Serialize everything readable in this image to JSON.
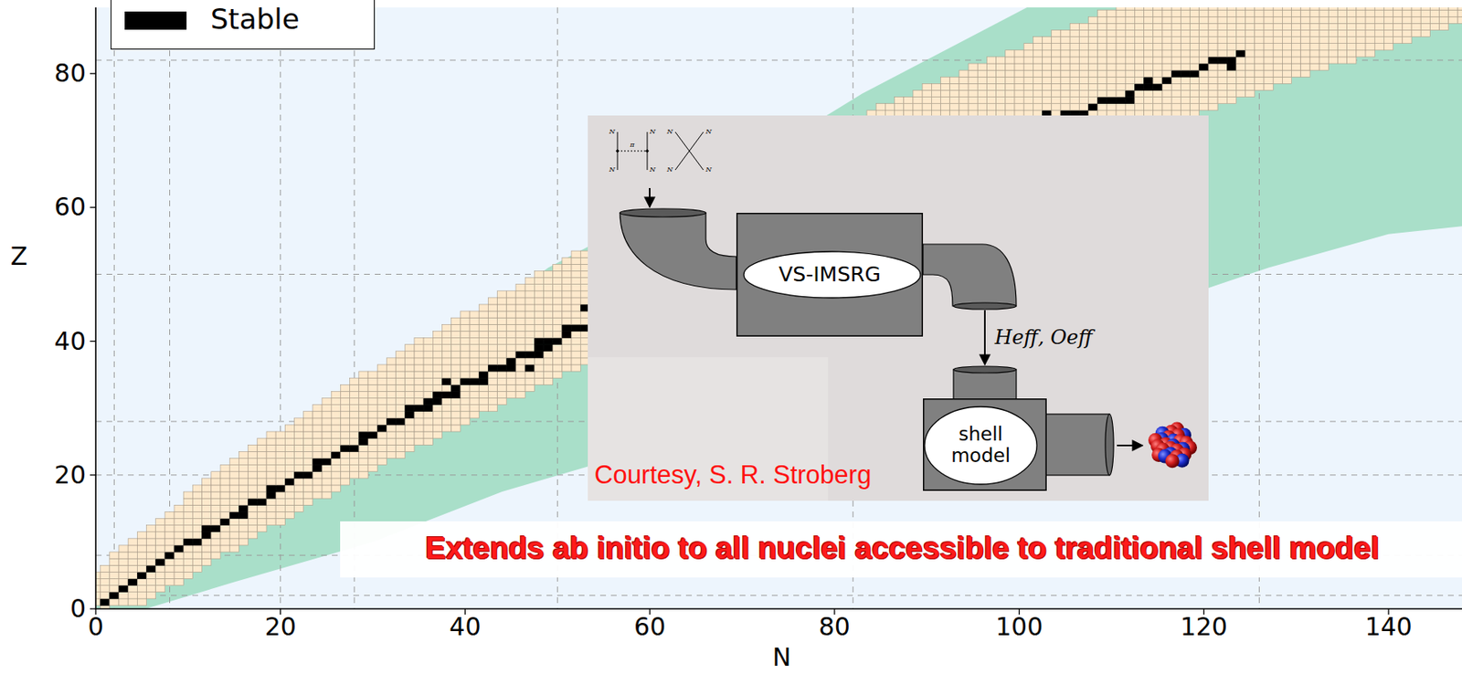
{
  "diagram": {
    "nodes": [
      {
        "text": [
          "VS-IMSRG"
        ]
      },
      {
        "text": [
          "shell model"
        ]
      }
    ],
    "edges": [
      {
        "from": 0,
        "to": 1,
        "arrow": "to",
        "label": "Heff, Oeff"
      }
    ],
    "labels": [
      "N",
      "N",
      "N",
      "N",
      "π",
      "N",
      "N",
      "N",
      "N",
      "Courtesy, S. R. Stroberg",
      "Extends ab initio to all nuclei accessible to traditional shell model",
      "0",
      "20",
      "40",
      "60",
      "80",
      "100",
      "120",
      "140",
      "N",
      "0",
      "20",
      "40",
      "60",
      "80",
      "Z"
    ],
    "legend": [
      {
        "text": "Stable",
        "color": "#000000"
      }
    ]
  }
}
